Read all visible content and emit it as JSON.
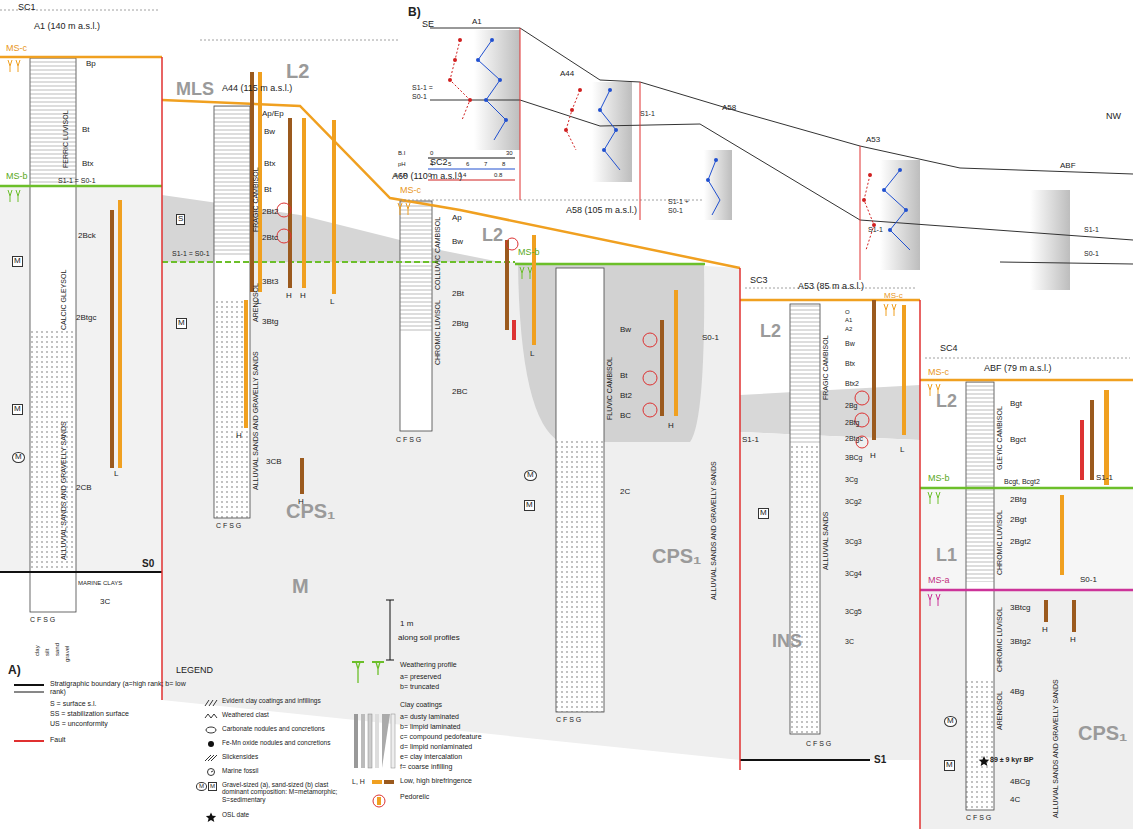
{
  "diagram": {
    "labels": [
      "SC1",
      "A1 (140 m a.s.l.)",
      "MS-c",
      "Bp",
      "FERRIC LUVISOL",
      "Bt",
      "Btx",
      "L2",
      "MS-b",
      "S1-1 = S0-1",
      "2Bck",
      "CALCIC GLEYSOL",
      "2Btgc",
      "2CB",
      "ALLUVIAL SANDS AND GRAVELLY SANDS",
      "L",
      "L",
      "H",
      "CPS₁",
      "S0",
      "MARINE CLAYS",
      "M",
      "3C",
      "C F S G",
      "clay",
      "silt",
      "sand",
      "gravel",
      "M",
      "M",
      "M",
      "MLS",
      "A44 (115 m a.s.l.)",
      "Ap/Ep",
      "Bw",
      "FRAGIC CAMBISOL",
      "Btx",
      "Bt",
      "2Bt2",
      "2Btc",
      "S",
      "S1-1 = S0-1",
      "3Bt3",
      "ARENOSOL",
      "3Btg",
      "M",
      "ALLUVIAL SANDS AND GRAVELLY SANDS",
      "3CB",
      "H",
      "H",
      "L",
      "H",
      "C F S G",
      "SC2",
      "A60 (110 m a.s.l.)",
      "MS-c",
      "Ap",
      "COLLUVIC CAMBISOL",
      "Bw",
      "L2",
      "2Bt",
      "CHROMIC LUVISOL",
      "2Btg",
      "2BC",
      "L",
      "C F S G",
      "A58 (105 m a.s.l.)",
      "MS-b",
      "Bw",
      "FLUVIC CAMBISOL",
      "Bt",
      "Bt2",
      "BC",
      "S0-1",
      "H",
      "2C",
      "ALLUVIAL SANDS AND GRAVELLY SANDS",
      "CPS₁",
      "C F S G",
      "M",
      "M",
      "1 m",
      "along soil profiles",
      "SC3",
      "L2",
      "A53 (85 m a.s.l.)",
      "MS-c",
      "O",
      "A1",
      "A2",
      "Bw",
      "Btx",
      "Btx2",
      "2Bg",
      "2Btg",
      "2Btgc",
      "3BCg",
      "3Cg",
      "3Cg2",
      "3Cg3",
      "3Cg4",
      "3Cg5",
      "3C",
      "FRAGIC CAMBISOL",
      "S1-1",
      "ALLUVIAL SANDS",
      "M",
      "INS",
      "H",
      "L",
      "C F S G",
      "S1",
      "SC4",
      "ABF (79 m a.s.l.)",
      "MS-c",
      "L2",
      "Bgt",
      "GLEYIC CAMBISOL",
      "Bgct",
      "Bcgt, Bcgt2",
      "MS-b",
      "S1-1",
      "2Btg",
      "2Bgt",
      "2Bgt2",
      "CHROMIC LUVISOL",
      "L1",
      "MS-a",
      "S0-1",
      "3Btcg",
      "3Btg2",
      "CHROMIC LUVISOL",
      "H",
      "H",
      "4Bg",
      "ARENOSOL",
      "89 ± 9 kyr BP",
      "4BCg",
      "4C",
      "ALLUVIAL SANDS AND GRAVELLY SANDS",
      "CPS₁",
      "M",
      "M",
      "C F S G",
      "B)",
      "SE",
      "A1",
      "A44",
      "A58",
      "A53",
      "ABF",
      "NW",
      "S1-1 =",
      "S0-1",
      "S1-1",
      "S1-1 +",
      "S0-1",
      "S1-1",
      "S1-1",
      "S0-1",
      "B.I",
      "pH",
      "A.I.R",
      "0",
      "30",
      "4",
      "5",
      "6",
      "7",
      "8",
      "0",
      "0.4",
      "0.8",
      "A)",
      "LEGEND",
      "S = surface s.l.",
      "SS = stabilization surface",
      "US = unconformity",
      "a= preserved",
      "b= truncated",
      "a= dusty laminated",
      "b= limpid laminated",
      "c= compound pedofeature",
      "d= limpid nonlaminated",
      "e= clay intercalation",
      "f= coarse infilling",
      "L, H",
      "M",
      "M"
    ],
    "legend": [
      {
        "text": "Stratigraphic boundary (a=high rank; b= low rank)"
      },
      {
        "text": "Fault"
      },
      {
        "text": "Evident clay coatings and infillings"
      },
      {
        "text": "Weathered clast"
      },
      {
        "text": "Carbonate nodules and concretions"
      },
      {
        "text": "Fe-Mn oxide nodules and concretions"
      },
      {
        "text": "Slickensides"
      },
      {
        "text": "Marine fossil"
      },
      {
        "text": "Gravel-sized (a), sand-sized (b) clast dominant composition: M=metamorphic; S=sedimentary"
      },
      {
        "text": "OSL date"
      },
      {
        "text": "Weathering profile"
      },
      {
        "text": "Clay coatings"
      },
      {
        "text": "Low, high birefringence"
      },
      {
        "text": "Pedorelic"
      }
    ]
  }
}
